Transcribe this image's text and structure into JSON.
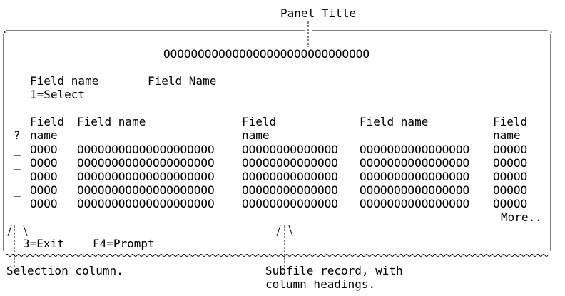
{
  "panel_title": "Panel Title",
  "header_output": "OOOOOOOOOOOOOOOOOOOOOOOOOOOOOO",
  "field_row": {
    "label": "Field name",
    "value": "Field Name"
  },
  "instructions": "1=Select",
  "column_headings": {
    "selection": {
      "line1": "",
      "line2": "?"
    },
    "col1": {
      "line1": "Field",
      "line2": "name"
    },
    "col2": {
      "line1": "Field name",
      "line2": ""
    },
    "col3": {
      "line1": "Field",
      "line2": "name"
    },
    "col4": {
      "line1": "Field name",
      "line2": ""
    },
    "col5": {
      "line1": "Field",
      "line2": "name"
    }
  },
  "rows": [
    {
      "sel": "_",
      "c1": "OOOO",
      "c2": "OOOOOOOOOOOOOOOOOOOO",
      "c3": "OOOOOOOOOOOOOO",
      "c4": "OOOOOOOOOOOOOOOO",
      "c5": "OOOOO"
    },
    {
      "sel": "_",
      "c1": "OOOO",
      "c2": "OOOOOOOOOOOOOOOOOOOO",
      "c3": "OOOOOOOOOOOOOO",
      "c4": "OOOOOOOOOOOOOOOO",
      "c5": "OOOOO"
    },
    {
      "sel": "_",
      "c1": "OOOO",
      "c2": "OOOOOOOOOOOOOOOOOOOO",
      "c3": "OOOOOOOOOOOOOO",
      "c4": "OOOOOOOOOOOOOOOO",
      "c5": "OOOOO"
    },
    {
      "sel": "_",
      "c1": "OOOO",
      "c2": "OOOOOOOOOOOOOOOOOOOO",
      "c3": "OOOOOOOOOOOOOO",
      "c4": "OOOOOOOOOOOOOOOO",
      "c5": "OOOOO"
    },
    {
      "sel": "_",
      "c1": "OOOO",
      "c2": "OOOOOOOOOOOOOOOOOOOO",
      "c3": "OOOOOOOOOOOOOO",
      "c4": "OOOOOOOOOOOOOOOO",
      "c5": "OOOOO"
    }
  ],
  "more_indicator": "More..",
  "function_keys": {
    "exit": "3=Exit",
    "prompt": "F4=Prompt"
  },
  "callouts": {
    "selection_column": "Selection column.",
    "subfile_record_line1": "Subfile record, with",
    "subfile_record_line2": "column headings."
  }
}
